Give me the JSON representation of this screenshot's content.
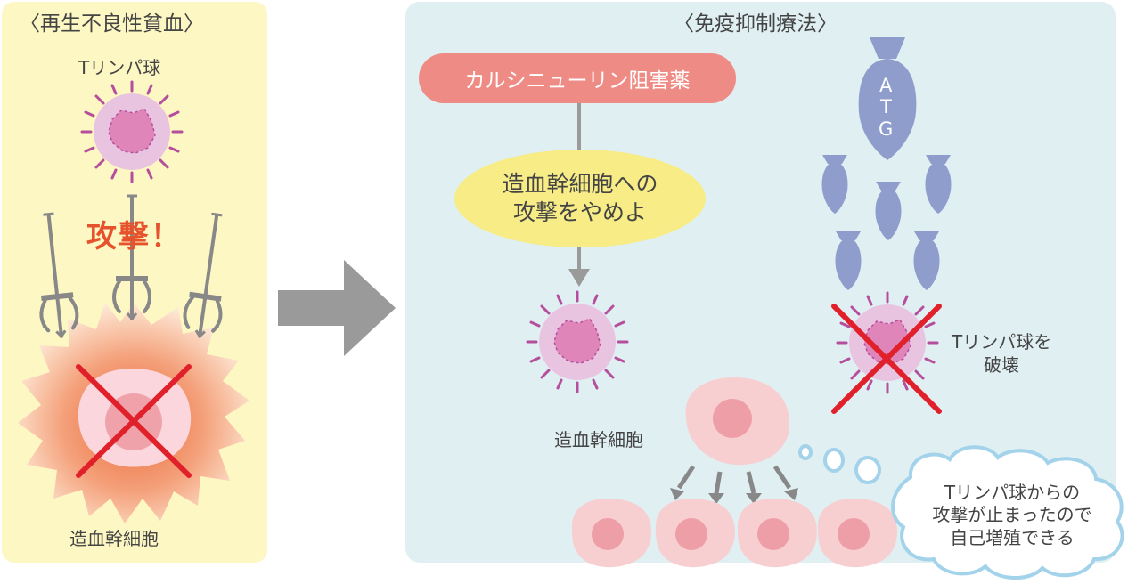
{
  "left_panel": {
    "title": "〈再生不良性貧血〉",
    "t_cell_label": "Tリンパ球",
    "attack_label": "攻撃！",
    "stem_cell_label": "造血幹細胞"
  },
  "right_panel": {
    "title": "〈免疫抑制療法〉",
    "calcineurin_label": "カルシニューリン阻害薬",
    "stop_attack_lines": [
      "造血幹細胞への",
      "攻撃をやめよ"
    ],
    "atg_letters": [
      "A",
      "T",
      "G"
    ],
    "destroy_lines": [
      "Tリンパ球を",
      "破壊"
    ],
    "stem_cell_label": "造血幹細胞",
    "bubble_lines": [
      "Tリンパ球からの",
      "攻撃が止まったので",
      "自己増殖できる"
    ]
  },
  "colors": {
    "left_bg": "#fdf7c3",
    "right_bg": "#e0eff2",
    "pill": "#ee8b84",
    "ellipse": "#f7ec86",
    "attack_text": "#e5522c",
    "cross": "#e0202a",
    "atg": "#8f9dcc",
    "arrow": "#9a9a9a"
  }
}
